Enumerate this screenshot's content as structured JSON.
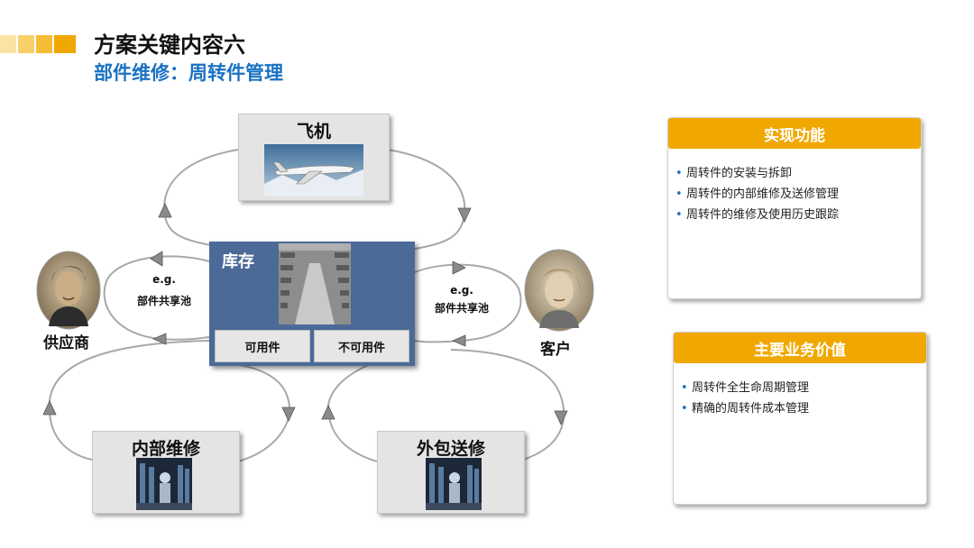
{
  "header": {
    "title": "方案关键内容六",
    "subtitle": "部件维修：周转件管理"
  },
  "diagram": {
    "aircraft": {
      "label": "飞机"
    },
    "inventory": {
      "label": "库存",
      "available_label": "可用件",
      "unavailable_label": "不可用件"
    },
    "supplier": {
      "label": "供应商"
    },
    "customer": {
      "label": "客户"
    },
    "supplier_pool": {
      "line1": "e.g.",
      "line2": "部件共享池"
    },
    "customer_pool": {
      "line1": "e.g.",
      "line2": "部件共享池"
    },
    "internal_repair": {
      "label": "内部维修"
    },
    "outsourced_repair": {
      "label": "外包送修"
    }
  },
  "panels": {
    "functions": {
      "title": "实现功能",
      "items": [
        "周转件的安装与拆卸",
        "周转件的内部维修及送修管理",
        "周转件的维修及使用历史跟踪"
      ]
    },
    "values": {
      "title": "主要业务价值",
      "items": [
        "周转件全生命周期管理",
        "精确的周转件成本管理"
      ]
    }
  },
  "colors": {
    "accent_orange": "#f0a800",
    "subtitle_blue": "#1a72c2",
    "inventory_blue": "#4c6a98",
    "flow_gray": "#9a9a9a"
  }
}
